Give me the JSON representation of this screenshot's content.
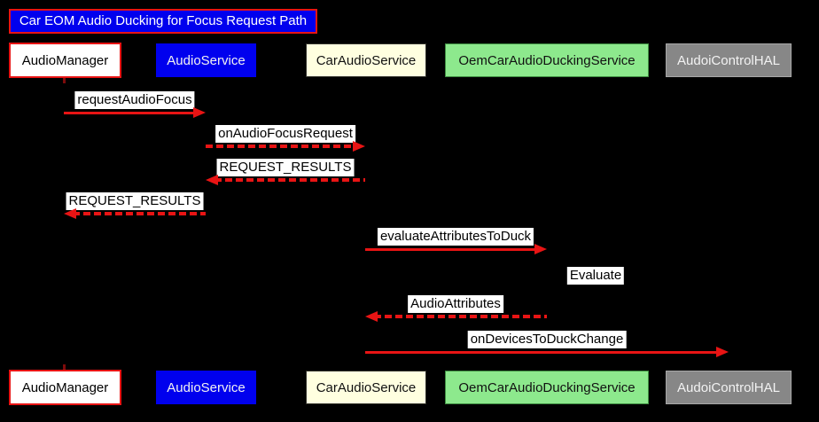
{
  "diagram": {
    "title": "Car EOM Audio Ducking for Focus Request Path",
    "type": "sequence-diagram",
    "colors": {
      "background": "#000000",
      "arrow_red": "#E81414",
      "title_bg": "#0000EE",
      "title_border": "#E81414",
      "audio_manager_bg": "#FFFFFF",
      "audio_service_bg": "#0000EE",
      "car_audio_service_bg": "#FFFFE0",
      "oem_car_audio_ducking_service_bg": "#8DE98D",
      "audoi_control_hal_bg": "#878787",
      "message_label_bg": "#FFFFFF"
    },
    "participants": [
      {
        "id": "audio-manager",
        "label": "AudioManager"
      },
      {
        "id": "audio-service",
        "label": "AudioService"
      },
      {
        "id": "car-audio-service",
        "label": "CarAudioService"
      },
      {
        "id": "oem-car-audio-ducking-service",
        "label": "OemCarAudioDuckingService"
      },
      {
        "id": "audoi-control-hal",
        "label": "AudoiControlHAL"
      }
    ],
    "messages": [
      {
        "label": "requestAudioFocus",
        "from": "AudioManager",
        "to": "AudioService",
        "line": "solid",
        "direction": "right"
      },
      {
        "label": "onAudioFocusRequest",
        "from": "AudioService",
        "to": "CarAudioService",
        "line": "dashed",
        "direction": "right"
      },
      {
        "label": "REQUEST_RESULTS",
        "from": "CarAudioService",
        "to": "AudioService",
        "line": "dashed",
        "direction": "left"
      },
      {
        "label": "REQUEST_RESULTS",
        "from": "AudioService",
        "to": "AudioManager",
        "line": "dashed",
        "direction": "left"
      },
      {
        "label": "evaluateAttributesToDuck",
        "from": "CarAudioService",
        "to": "OemCarAudioDuckingService",
        "line": "solid",
        "direction": "right"
      },
      {
        "label": "Evaluate",
        "from": "OemCarAudioDuckingService",
        "to": "OemCarAudioDuckingService",
        "line": "self",
        "direction": "self"
      },
      {
        "label": "AudioAttributes",
        "from": "OemCarAudioDuckingService",
        "to": "CarAudioService",
        "line": "dashed",
        "direction": "left"
      },
      {
        "label": "onDevicesToDuckChange",
        "from": "CarAudioService",
        "to": "AudoiControlHAL",
        "line": "solid",
        "direction": "right"
      }
    ]
  }
}
